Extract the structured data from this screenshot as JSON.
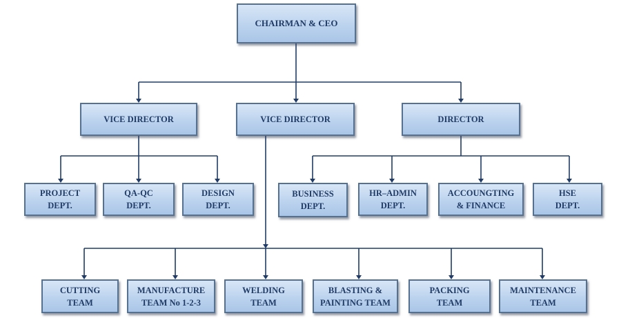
{
  "chart": {
    "root": {
      "lines": [
        "CHAIRMAN  & CEO"
      ]
    },
    "level1": [
      {
        "lines": [
          "VICE DIRECTOR"
        ]
      },
      {
        "lines": [
          "VICE DIRECTOR"
        ]
      },
      {
        "lines": [
          "DIRECTOR"
        ]
      }
    ],
    "left_depts": [
      {
        "lines": [
          "PROJECT",
          "DEPT."
        ]
      },
      {
        "lines": [
          "QA-QC",
          "DEPT."
        ]
      },
      {
        "lines": [
          "DESIGN",
          "DEPT."
        ]
      }
    ],
    "right_depts": [
      {
        "lines": [
          "BUSINESS",
          "DEPT."
        ]
      },
      {
        "lines": [
          "HR–ADMIN",
          "DEPT."
        ]
      },
      {
        "lines": [
          "ACCOUNGTING",
          "& FINANCE"
        ]
      },
      {
        "lines": [
          "HSE",
          "DEPT."
        ]
      }
    ],
    "teams": [
      {
        "lines": [
          "CUTTING",
          "TEAM"
        ]
      },
      {
        "lines": [
          "MANUFACTURE",
          "TEAM No 1-2-3"
        ]
      },
      {
        "lines": [
          "WELDING",
          "TEAM"
        ]
      },
      {
        "lines": [
          "BLASTING &",
          "PAINTING TEAM"
        ]
      },
      {
        "lines": [
          "PACKING",
          "TEAM"
        ]
      },
      {
        "lines": [
          "MAINTENANCE",
          "TEAM"
        ]
      }
    ]
  }
}
